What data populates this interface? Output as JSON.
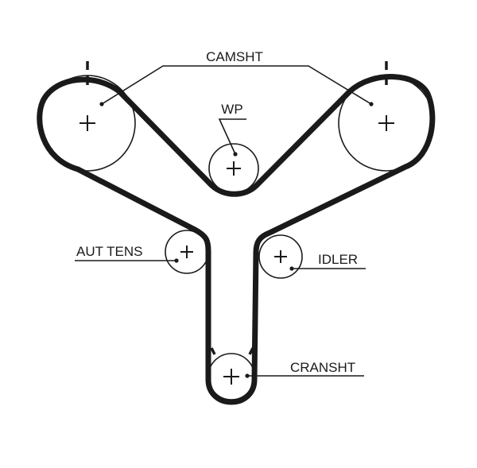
{
  "diagram": {
    "labels": {
      "camshaft": "CAMSHT",
      "water_pump": "WP",
      "auto_tensioner": "AUT TENS",
      "idler": "IDLER",
      "crankshaft": "CRANSHT"
    }
  }
}
